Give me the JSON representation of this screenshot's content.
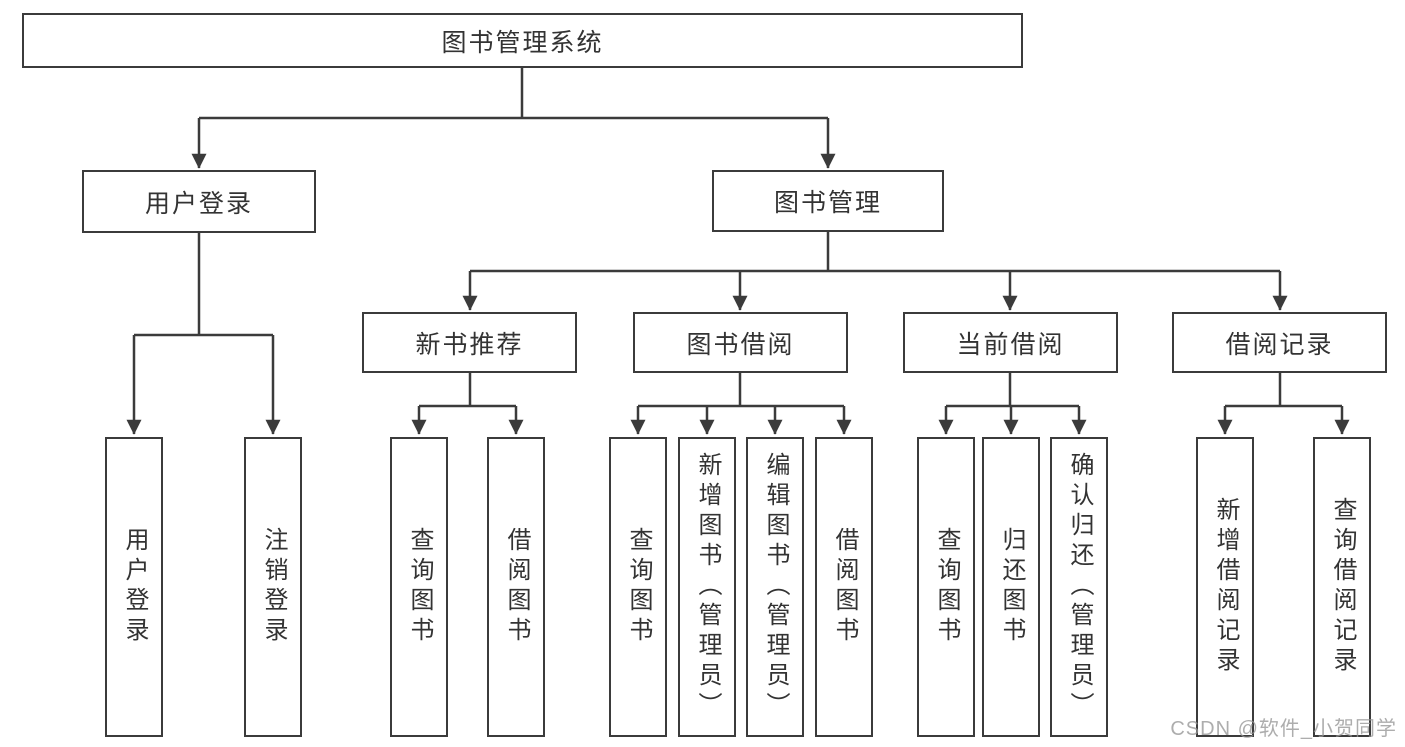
{
  "nodes": {
    "root": {
      "label": "图书管理系统"
    },
    "level2": [
      {
        "label": "用户登录"
      },
      {
        "label": "图书管理"
      }
    ],
    "level3": [
      {
        "label": "新书推荐"
      },
      {
        "label": "图书借阅"
      },
      {
        "label": "当前借阅"
      },
      {
        "label": "借阅记录"
      }
    ],
    "leaves": [
      {
        "label": "用户登录",
        "parent": "用户登录"
      },
      {
        "label": "注销登录",
        "parent": "用户登录"
      },
      {
        "label": "查询图书",
        "parent": "新书推荐"
      },
      {
        "label": "借阅图书",
        "parent": "新书推荐"
      },
      {
        "label": "查询图书",
        "parent": "图书借阅"
      },
      {
        "label": "新增图书（管理员）",
        "parent": "图书借阅"
      },
      {
        "label": "编辑图书（管理员）",
        "parent": "图书借阅"
      },
      {
        "label": "借阅图书",
        "parent": "图书借阅"
      },
      {
        "label": "查询图书",
        "parent": "当前借阅"
      },
      {
        "label": "归还图书",
        "parent": "当前借阅"
      },
      {
        "label": "确认归还（管理员）",
        "parent": "当前借阅"
      },
      {
        "label": "新增借阅记录",
        "parent": "借阅记录"
      },
      {
        "label": "查询借阅记录",
        "parent": "借阅记录"
      }
    ]
  },
  "colors": {
    "line": "#3b3b3b",
    "text": "#333333",
    "box_background": "#ffffff",
    "watermark": "#969696"
  },
  "watermark": "CSDN @软件_小贺同学"
}
